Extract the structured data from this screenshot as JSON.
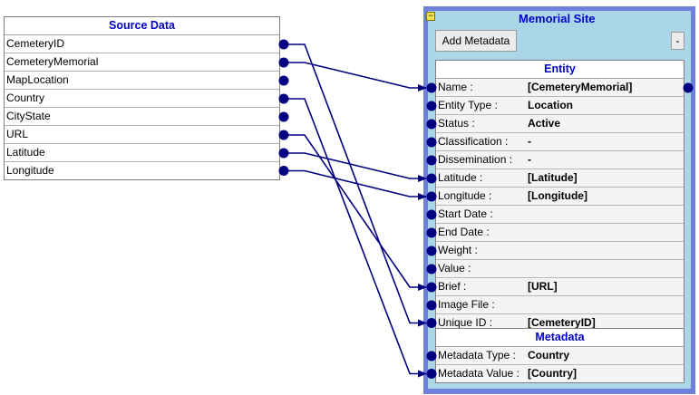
{
  "source": {
    "title": "Source Data",
    "fields": [
      "CemeteryID",
      "CemeteryMemorial",
      "MapLocation",
      "Country",
      "CityState",
      "URL",
      "Latitude",
      "Longitude"
    ]
  },
  "site": {
    "title": "Memorial Site",
    "add_metadata_label": "Add Metadata",
    "minimize_label": "-",
    "entity": {
      "title": "Entity",
      "rows": [
        {
          "label": "Name :",
          "value": "[CemeteryMemorial]"
        },
        {
          "label": "Entity Type :",
          "value": "Location"
        },
        {
          "label": "Status :",
          "value": "Active"
        },
        {
          "label": "Classification :",
          "value": "-"
        },
        {
          "label": "Dissemination :",
          "value": "-"
        },
        {
          "label": "Latitude :",
          "value": "[Latitude]"
        },
        {
          "label": "Longitude :",
          "value": "[Longitude]"
        },
        {
          "label": "Start Date :",
          "value": ""
        },
        {
          "label": "End Date :",
          "value": ""
        },
        {
          "label": "Weight :",
          "value": ""
        },
        {
          "label": "Value :",
          "value": ""
        },
        {
          "label": "Brief :",
          "value": "[URL]"
        },
        {
          "label": "Image File :",
          "value": ""
        },
        {
          "label": "Unique ID :",
          "value": "[CemeteryID]"
        }
      ]
    },
    "metadata": {
      "title": "Metadata",
      "rows": [
        {
          "label": "Metadata Type :",
          "value": "Country"
        },
        {
          "label": "Metadata Value :",
          "value": "[Country]"
        }
      ]
    }
  },
  "mappings": [
    {
      "from": "CemeteryID",
      "to": "Unique ID :"
    },
    {
      "from": "CemeteryMemorial",
      "to": "Name :"
    },
    {
      "from": "Country",
      "to": "Metadata Value :"
    },
    {
      "from": "URL",
      "to": "Brief :"
    },
    {
      "from": "Latitude",
      "to": "Latitude :"
    },
    {
      "from": "Longitude",
      "to": "Longitude :"
    }
  ],
  "colors": {
    "connector": "#000080",
    "container_border": "#6e7fdc",
    "container_fill": "#aad6e8",
    "title_text": "#0000cc"
  }
}
